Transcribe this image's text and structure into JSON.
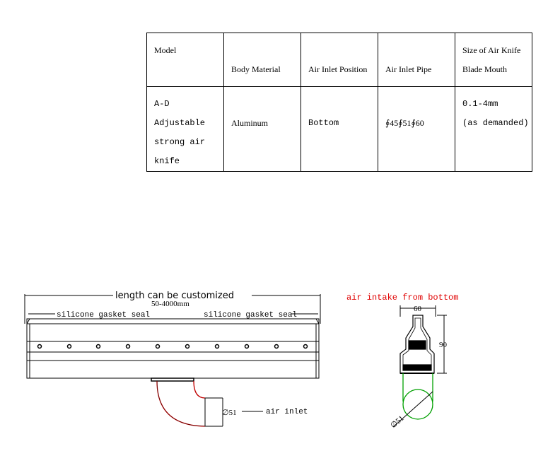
{
  "table": {
    "headers": {
      "model": "Model",
      "body_material": "Body Material",
      "air_inlet_position": "Air Inlet Position",
      "air_inlet_pipe": "Air Inlet Pipe",
      "blade_mouth_line1": "Size of Air Knife",
      "blade_mouth_line2": "Blade Mouth"
    },
    "row": {
      "model_line1": "A-D Adjustable",
      "model_line2": "strong air",
      "model_line3": "knife",
      "body_material": "Aluminum",
      "air_inlet_position": "Bottom",
      "air_inlet_pipe": "∮45∮51∮60",
      "blade_mouth_line1": "0.1-4mm",
      "blade_mouth_line2": "(as demanded)"
    }
  },
  "drawing_front": {
    "length_label": "length can be customized",
    "length_range": "50-4000mm",
    "seal_left": "silicone gasket seal",
    "seal_right": "silicone gasket seal",
    "pipe_diameter": "∅51",
    "inlet_label": "air inlet"
  },
  "drawing_section": {
    "title": "air intake from bottom",
    "width_dim": "60",
    "height_dim": "90",
    "pipe_dim": "∅51"
  },
  "colors": {
    "accent_red": "#e00000",
    "pipe_green": "#00a000",
    "pipe_red": "#c00000"
  }
}
